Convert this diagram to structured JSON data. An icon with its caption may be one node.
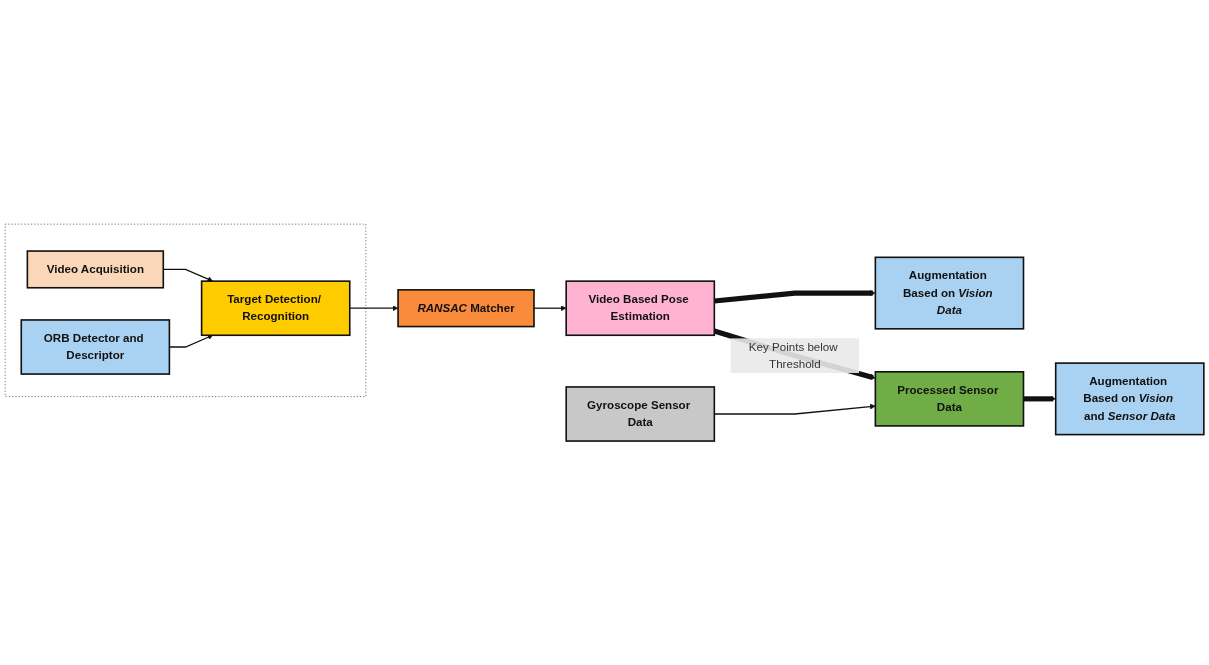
{
  "diagram": {
    "nodes": [
      {
        "text": [],
        "shape": "box"
      },
      {
        "text": [
          "Video Acquisition"
        ],
        "in": 0
      },
      {
        "text": [
          "Target Detection/ Recognition"
        ],
        "in": 0
      },
      {
        "text": [
          "ORB Detector and Descriptor"
        ],
        "in": 0
      },
      {
        "text": [
          "*RANSAC* Matcher"
        ]
      },
      {
        "text": [
          "Video Based Pose Estimation"
        ]
      },
      {
        "text": [
          "Augmentation Based on *Vision Data*"
        ]
      },
      {
        "text": [
          "Gyroscope Sensor Data"
        ]
      },
      {
        "text": [
          "Processed Sensor Data"
        ]
      },
      {
        "text": [
          "Augmentation Based on *Vision* and *Sensor Data*"
        ]
      }
    ],
    "edges": [
      {
        "from": 1,
        "to": 2,
        "arrow": "to"
      },
      {
        "from": 3,
        "to": 2,
        "arrow": "to"
      },
      {
        "from": 2,
        "to": 4,
        "arrow": "to"
      },
      {
        "from": 4,
        "to": 5,
        "arrow": "to"
      },
      {
        "from": 5,
        "to": 6,
        "arrow": "to",
        "style": "thick"
      },
      {
        "from": 5,
        "to": 8,
        "arrow": "to",
        "style": "thick",
        "label": "Key Points below Threshold"
      },
      {
        "from": 7,
        "to": 8,
        "arrow": "to"
      },
      {
        "from": 8,
        "to": 9,
        "arrow": "to",
        "style": "thick"
      }
    ]
  }
}
